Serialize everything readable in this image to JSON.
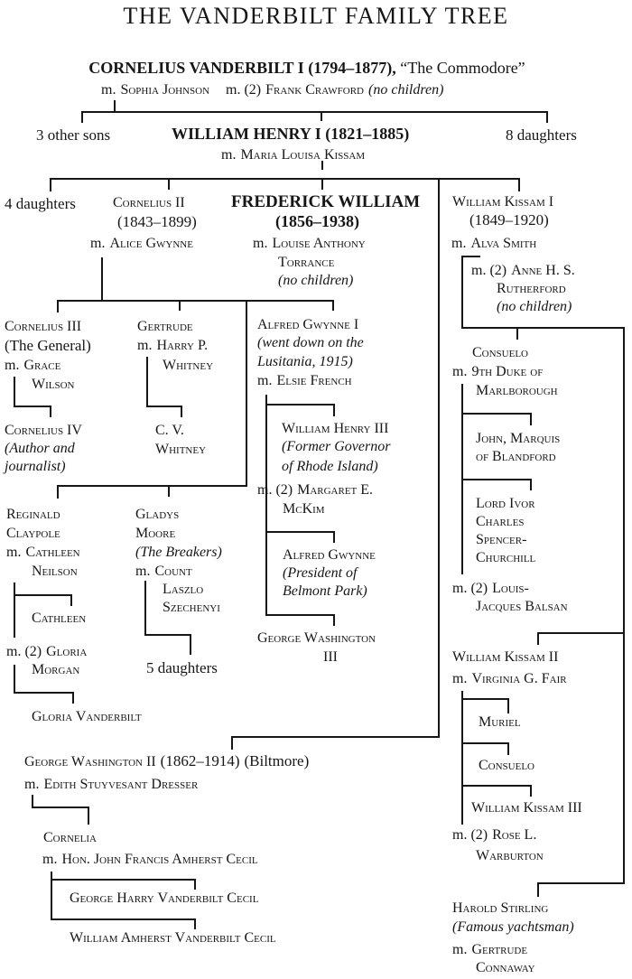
{
  "title": "THE VANDERBILT FAMILY TREE",
  "commodore": {
    "name": "CORNELIUS VANDERBILT I (1794–1877),",
    "nickname": "“The Commodore”",
    "marriage1": {
      "prefix": "m.",
      "spouse": "Sophia Johnson"
    },
    "marriage2": {
      "prefix": "m. (2)",
      "spouse": "Frank Crawford",
      "note": "(no children)"
    },
    "other_sons": "3 other sons",
    "daughters": "8 daughters"
  },
  "william_henry_i": {
    "name": "WILLIAM HENRY I (1821–1885)",
    "marriage": {
      "prefix": "m.",
      "spouse": "Maria Louisa Kissam"
    },
    "daughters": "4 daughters"
  },
  "cornelius_ii": {
    "name": "Cornelius II",
    "dates": "(1843–1899)",
    "marriage": {
      "prefix": "m.",
      "spouse": "Alice Gwynne"
    }
  },
  "frederick_william": {
    "name": "FREDERICK WILLIAM",
    "dates": "(1856–1938)",
    "marriage": {
      "prefix": "m.",
      "spouse_lines": [
        "Louise Anthony",
        "Torrance"
      ]
    },
    "note": "(no children)"
  },
  "william_kissam_i": {
    "name": "William Kissam I",
    "dates": "(1849–1920)",
    "marriage1": {
      "prefix": "m.",
      "spouse": "Alva Smith"
    },
    "marriage2": {
      "prefix": "m. (2)",
      "spouse_lines": [
        "Anne H. S.",
        "Rutherford"
      ],
      "note": "(no children)"
    }
  },
  "cornelius_iii": {
    "name": "Cornelius III",
    "subtitle": "(The General)",
    "marriage": {
      "prefix": "m.",
      "spouse_lines": [
        "Grace",
        "Wilson"
      ]
    }
  },
  "cornelius_iv": {
    "name": "Cornelius IV",
    "note_lines": [
      "(Author and",
      "journalist)"
    ]
  },
  "gertrude": {
    "name": "Gertrude",
    "marriage": {
      "prefix": "m.",
      "spouse_lines": [
        "Harry P.",
        "Whitney"
      ]
    }
  },
  "cv_whitney": {
    "name_lines": [
      "C. V.",
      "Whitney"
    ]
  },
  "alfred_gwynne_i": {
    "name": "Alfred Gwynne I",
    "note_lines": [
      "(went down on the",
      "Lusitania, 1915)"
    ],
    "marriage1": {
      "prefix": "m.",
      "spouse": "Elsie French"
    },
    "marriage2": {
      "prefix": "m. (2)",
      "spouse_lines": [
        "Margaret E.",
        "McKim"
      ]
    }
  },
  "william_henry_iii": {
    "name": "William Henry III",
    "note_lines": [
      "(Former Governor",
      "of Rhode Island)"
    ]
  },
  "alfred_gwynne": {
    "name": "Alfred Gwynne",
    "note_lines": [
      "(President of",
      "Belmont Park)"
    ]
  },
  "george_washington_iii": {
    "name_lines": [
      "George Washington",
      "III"
    ]
  },
  "reginald": {
    "name_lines": [
      "Reginald",
      "Claypole"
    ],
    "marriage1": {
      "prefix": "m.",
      "spouse_lines": [
        "Cathleen",
        "Neilson"
      ]
    },
    "marriage2": {
      "prefix": "m. (2)",
      "spouse_lines": [
        "Gloria",
        "Morgan"
      ]
    }
  },
  "cathleen": {
    "name": "Cathleen"
  },
  "gloria_vanderbilt": {
    "name": "Gloria Vanderbilt"
  },
  "gladys": {
    "name_lines": [
      "Gladys",
      "Moore"
    ],
    "note": "(The Breakers)",
    "marriage": {
      "prefix": "m.",
      "spouse_lines": [
        "Count",
        "Laszlo",
        "Szechenyi"
      ]
    },
    "children": "5 daughters"
  },
  "george_washington_ii": {
    "name": "George Washington II",
    "dates": "(1862–1914)",
    "note": "(Biltmore)",
    "marriage": {
      "prefix": "m.",
      "spouse": "Edith Stuyvesant Dresser"
    }
  },
  "cornelia": {
    "name": "Cornelia",
    "marriage": {
      "prefix": "m.",
      "spouse": "Hon. John Francis Amherst Cecil"
    }
  },
  "george_harry_vanderbilt_cecil": {
    "name": "George Harry Vanderbilt Cecil"
  },
  "william_amherst_vanderbilt_cecil": {
    "name": "William Amherst Vanderbilt Cecil"
  },
  "consuelo": {
    "name": "Consuelo",
    "marriage1": {
      "prefix": "m.",
      "spouse_lines": [
        "9th Duke of",
        "Marlborough"
      ]
    },
    "marriage2": {
      "prefix": "m. (2)",
      "spouse_lines": [
        "Louis-",
        "Jacques Balsan"
      ]
    }
  },
  "john_marquis": {
    "name_lines": [
      "John, Marquis",
      "of Blandford"
    ]
  },
  "lord_ivor": {
    "name_lines": [
      "Lord Ivor",
      "Charles",
      "Spencer-",
      "Churchill"
    ]
  },
  "william_kissam_ii": {
    "name": "William Kissam II",
    "marriage1": {
      "prefix": "m.",
      "spouse": "Virginia G. Fair"
    },
    "marriage2": {
      "prefix": "m. (2)",
      "spouse_lines": [
        "Rose L.",
        "Warburton"
      ]
    }
  },
  "muriel": {
    "name": "Muriel"
  },
  "consuelo_ii": {
    "name": "Consuelo"
  },
  "william_kissam_iii": {
    "name": "William Kissam III"
  },
  "harold_stirling": {
    "name": "Harold Stirling",
    "note": "(Famous yachtsman)",
    "marriage": {
      "prefix": "m.",
      "spouse_lines": [
        "Gertrude",
        "Connaway"
      ]
    }
  }
}
